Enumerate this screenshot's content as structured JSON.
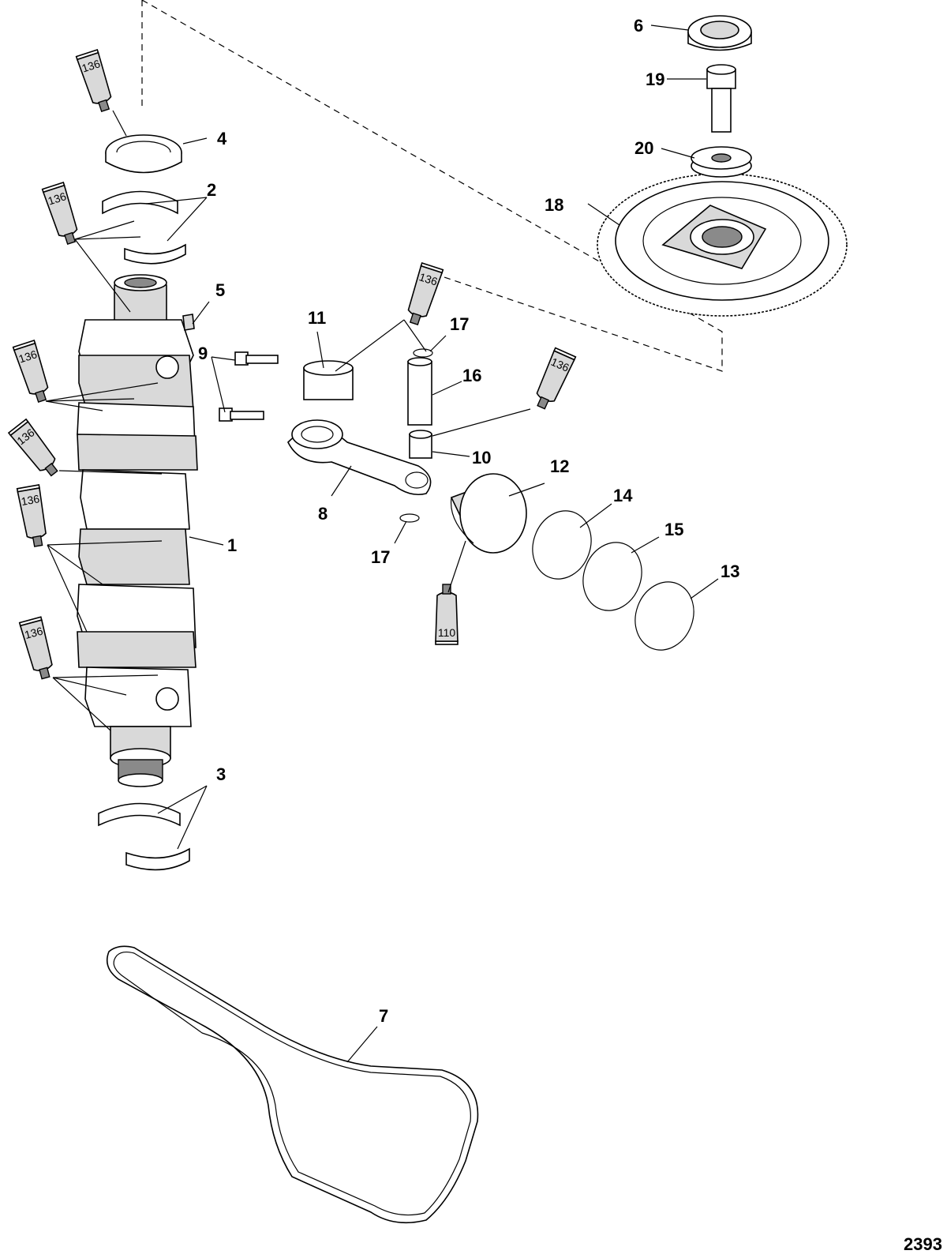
{
  "callouts": [
    "1",
    "2",
    "3",
    "4",
    "5",
    "6",
    "7",
    "8",
    "9",
    "10",
    "11",
    "12",
    "13",
    "14",
    "15",
    "16",
    "17",
    "17",
    "18",
    "19",
    "20"
  ],
  "lubricant_tubes": [
    "136",
    "136",
    "136",
    "136",
    "136",
    "136",
    "136",
    "110"
  ],
  "figure_number": "2393"
}
